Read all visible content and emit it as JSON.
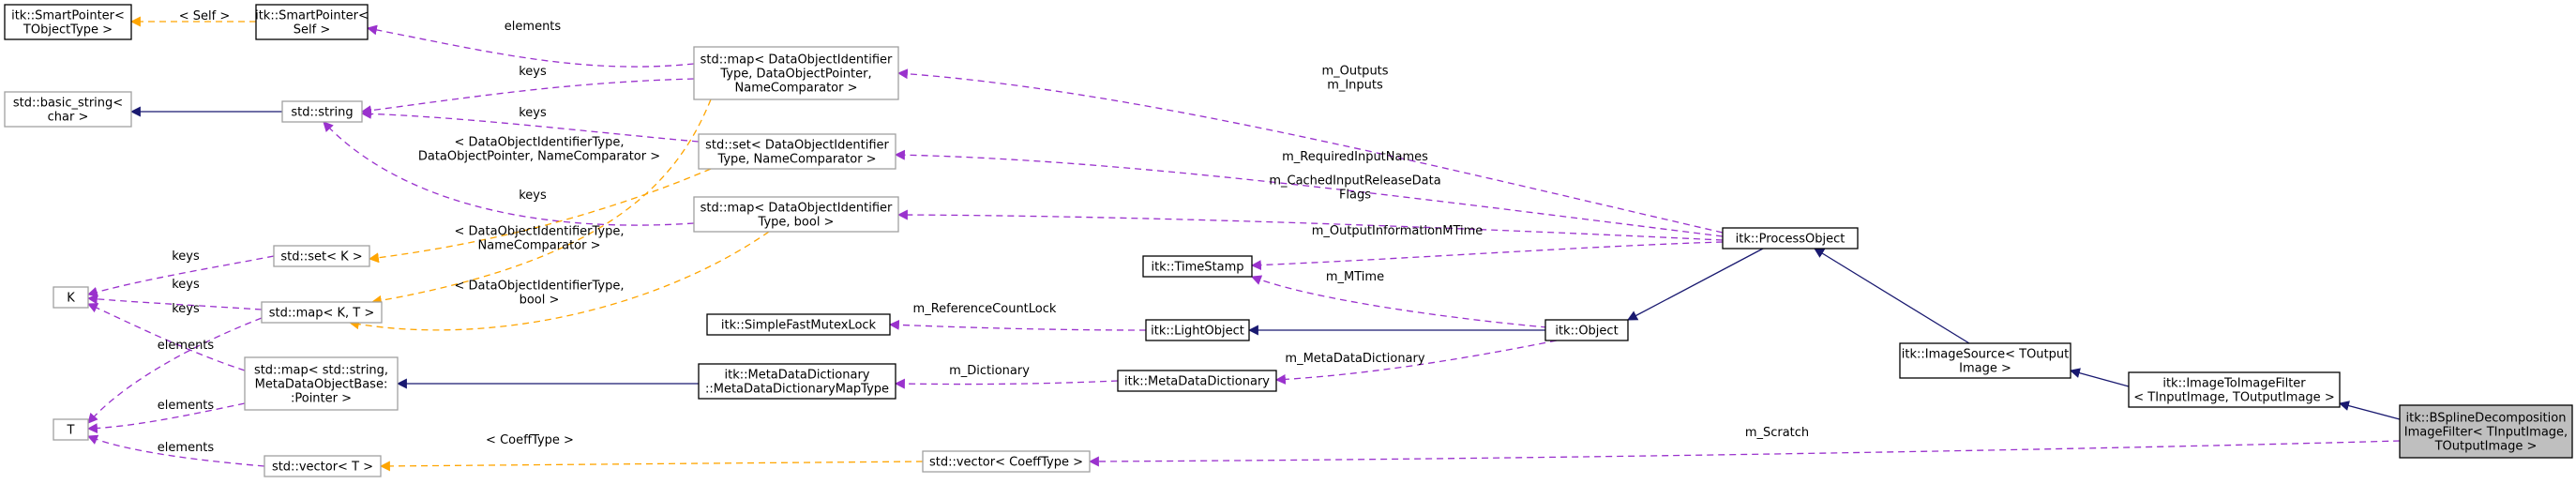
{
  "nodes": {
    "smartpointer_tobject": [
      "itk::SmartPointer<",
      "TObjectType >"
    ],
    "smartpointer_self": [
      "itk::SmartPointer<",
      "Self >"
    ],
    "basic_string": [
      "std::basic_string<",
      "char >"
    ],
    "std_string": [
      "std::string"
    ],
    "map_dataobject": [
      "std::map< DataObjectIdentifier",
      "Type, DataObjectPointer,",
      "NameComparator >"
    ],
    "set_dataobject": [
      "std::set< DataObjectIdentifier",
      "Type, NameComparator >"
    ],
    "map_dataobject_bool": [
      "std::map< DataObjectIdentifier",
      "Type, bool >"
    ],
    "K": [
      "K"
    ],
    "set_K": [
      "std::set< K >"
    ],
    "map_KT": [
      "std::map< K, T >"
    ],
    "map_string_meta": [
      "std::map< std::string,",
      "MetaDataObjectBase:",
      ":Pointer >"
    ],
    "T": [
      "T"
    ],
    "vector_T": [
      "std::vector< T >"
    ],
    "vector_coeff": [
      "std::vector< CoeffType >"
    ],
    "timestamp": [
      "itk::TimeStamp"
    ],
    "mutexlock": [
      "itk::SimpleFastMutexLock"
    ],
    "lightobject": [
      "itk::LightObject"
    ],
    "metadict_maptype": [
      "itk::MetaDataDictionary",
      "::MetaDataDictionaryMapType"
    ],
    "metadict": [
      "itk::MetaDataDictionary"
    ],
    "object": [
      "itk::Object"
    ],
    "processobject": [
      "itk::ProcessObject"
    ],
    "imagesource": [
      "itk::ImageSource< TOutput",
      "Image >"
    ],
    "imagetoimage": [
      "itk::ImageToImageFilter",
      "< TInputImage, TOutputImage >"
    ],
    "bspline": [
      "itk::BSplineDecomposition",
      "ImageFilter< TInputImage,",
      "TOutputImage >"
    ]
  },
  "edge_labels": {
    "self": [
      "< Self >"
    ],
    "elements_sp": [
      "elements"
    ],
    "keys_map": [
      "keys"
    ],
    "keys_set": [
      "keys"
    ],
    "keys_mapbool": [
      "keys"
    ],
    "tmpl_map": [
      "< DataObjectIdentifierType,",
      "DataObjectPointer, NameComparator >"
    ],
    "tmpl_set": [
      "< DataObjectIdentifierType,",
      "NameComparator >"
    ],
    "tmpl_mapbool": [
      "< DataObjectIdentifierType,",
      "bool >"
    ],
    "outputs_inputs": [
      "m_Outputs",
      "m_Inputs"
    ],
    "required": [
      "m_RequiredInputNames"
    ],
    "cached": [
      "m_CachedInputReleaseData",
      "Flags"
    ],
    "outinfo": [
      "m_OutputInformationMTime"
    ],
    "mtime": [
      "m_MTime"
    ],
    "refcount": [
      "m_ReferenceCountLock"
    ],
    "metadata_dict": [
      "m_MetaDataDictionary"
    ],
    "dictionary": [
      "m_Dictionary"
    ],
    "keys_k1": [
      "keys"
    ],
    "keys_k2": [
      "keys"
    ],
    "keys_k3": [
      "keys"
    ],
    "elements_t1": [
      "elements"
    ],
    "elements_t2": [
      "elements"
    ],
    "elements_t3": [
      "elements"
    ],
    "coefftype": [
      "< CoeffType >"
    ],
    "scratch": [
      "m_Scratch"
    ]
  },
  "colors": {
    "inheritance": "#191970",
    "member": "#9a32cd",
    "template": "#ffa500",
    "current_fill": "#bfbfbf"
  }
}
